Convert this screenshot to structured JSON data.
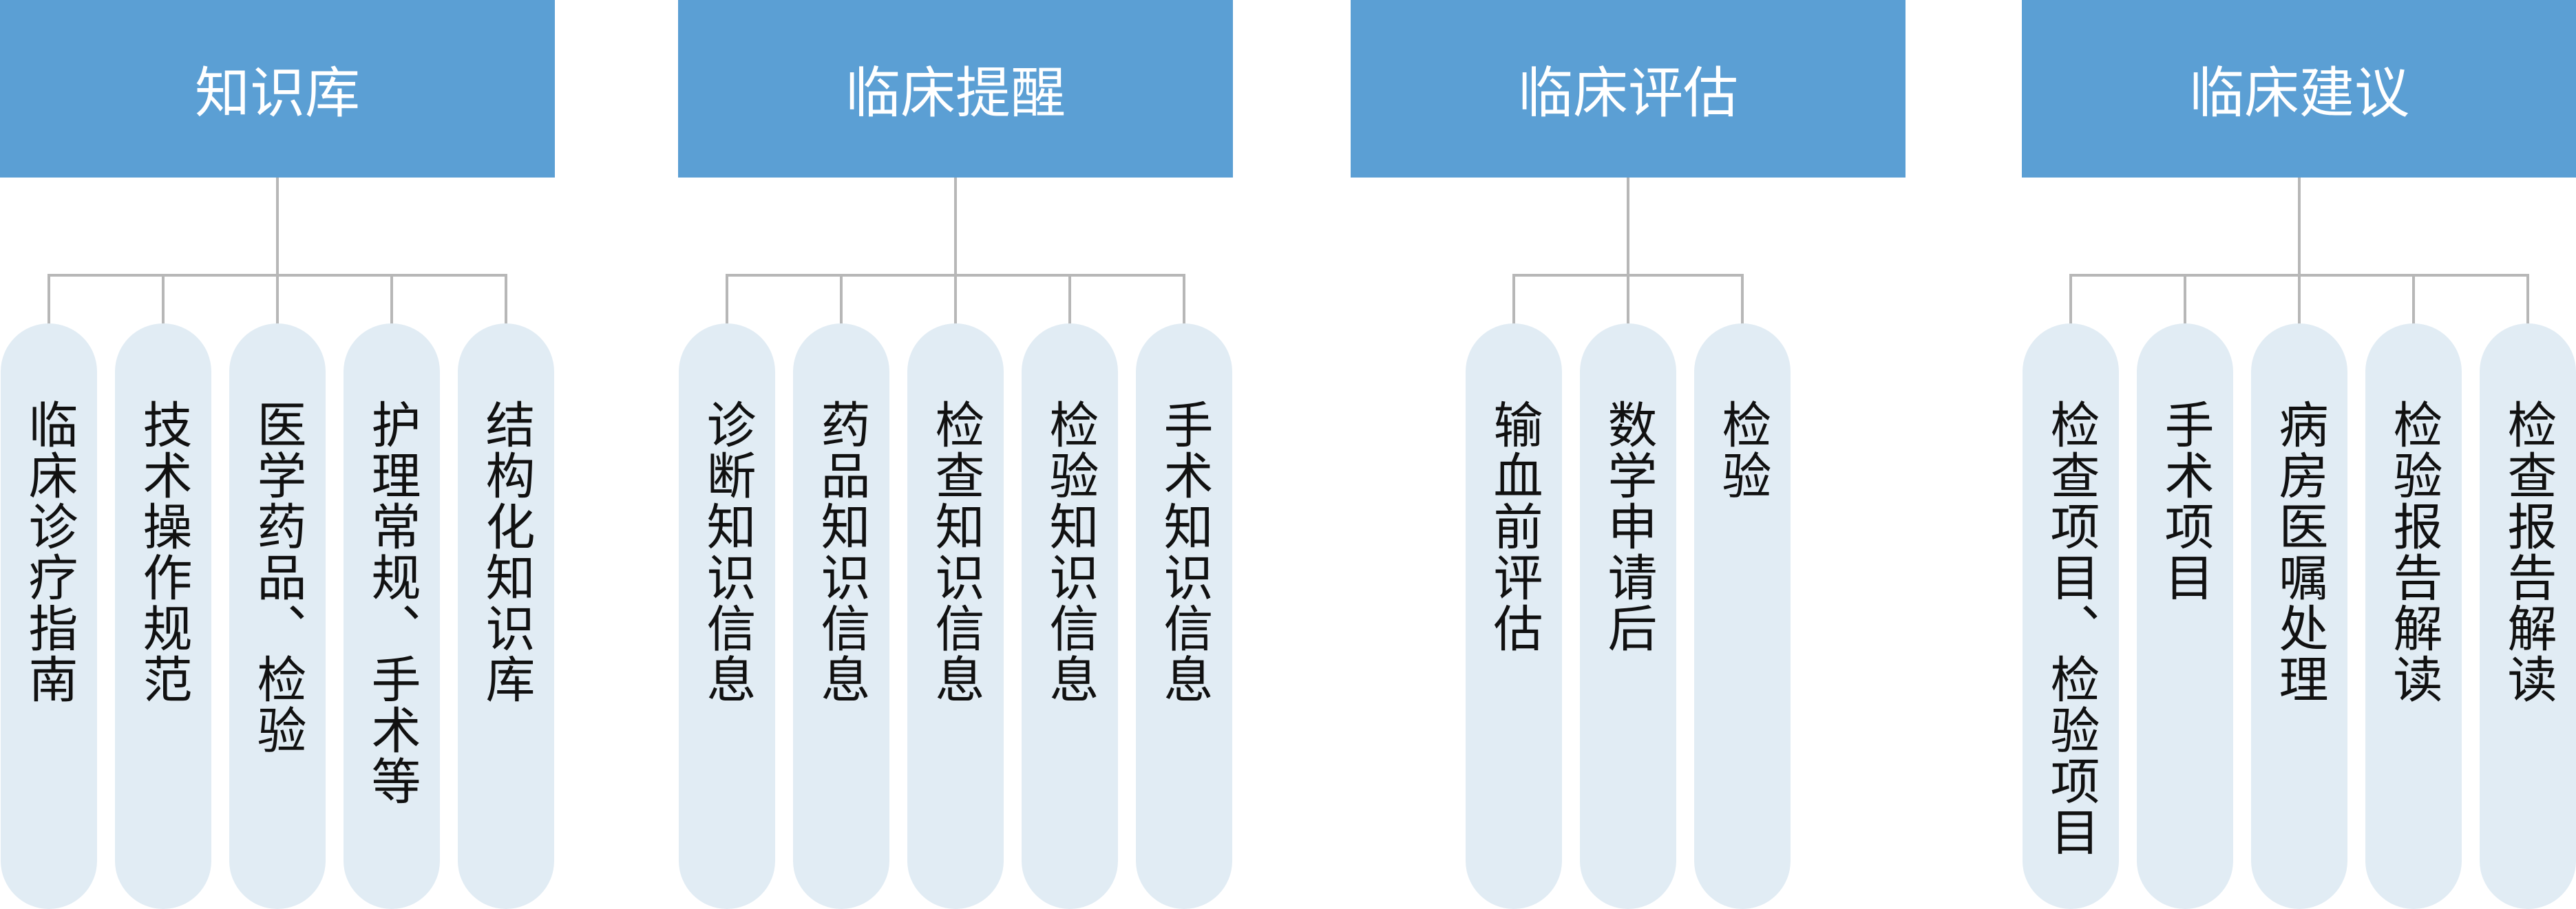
{
  "groups": [
    {
      "title": "知识库",
      "items": [
        "临床诊疗指南",
        "技术操作规范",
        "医学药品、检验",
        "护理常规、手术等",
        "结构化知识库"
      ]
    },
    {
      "title": "临床提醒",
      "items": [
        "诊断知识信息",
        "药品知识信息",
        "检查知识信息",
        "检验知识信息",
        "手术知识信息"
      ]
    },
    {
      "title": "临床评估",
      "items": [
        "输血前评估",
        "数学申请后",
        "检验"
      ]
    },
    {
      "title": "临床建议",
      "items": [
        "检查项目、检验项目",
        "手术项目",
        "病房医嘱处理",
        "检验报告解读",
        "检查报告解读"
      ]
    }
  ],
  "colors": {
    "header_fill": "#5b9fd4",
    "header_text": "#ffffff",
    "leaf_fill": "#e1ecf4",
    "connector": "#b7b7b7",
    "leaf_text": "#111111"
  }
}
